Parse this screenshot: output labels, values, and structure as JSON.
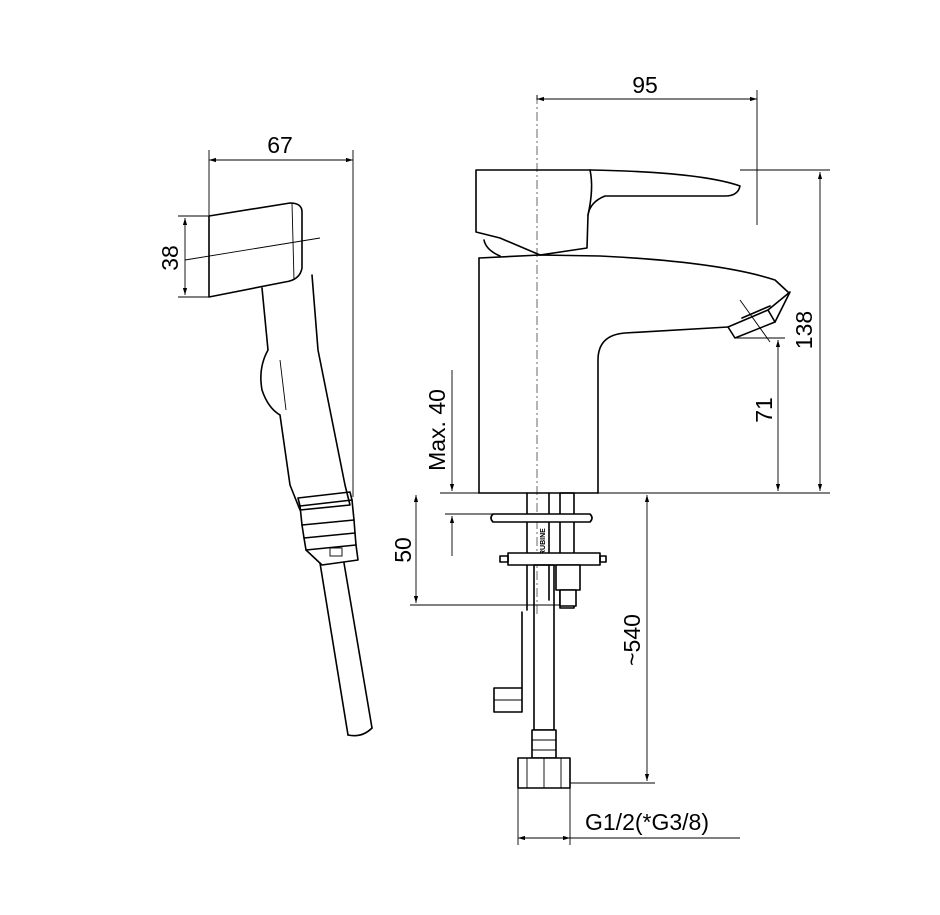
{
  "dimensions": {
    "hand_shower_length": "67",
    "hand_shower_head": "38",
    "tap_depth": "95",
    "tap_height": "138",
    "spout_height": "71",
    "max_thickness": "Max. 40",
    "shank_length": "50",
    "hose_length": "~540",
    "connection_thread": "G1/2(*G3/8)"
  },
  "brand_text": "RUBINE",
  "colors": {
    "line": "#000000",
    "background": "#ffffff"
  }
}
